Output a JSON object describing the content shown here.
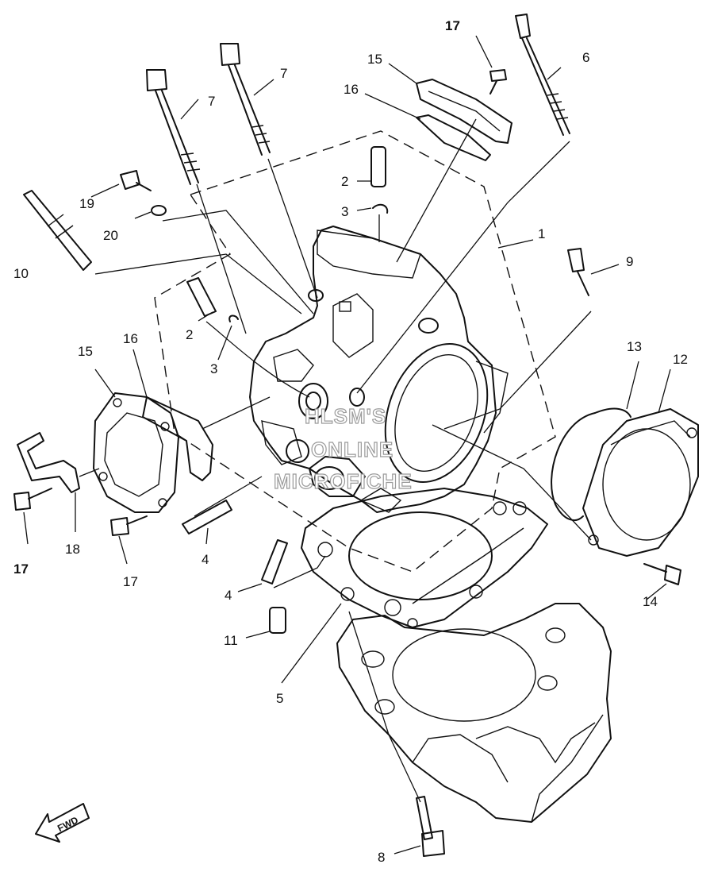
{
  "diagram": {
    "callouts": [
      {
        "id": "c1",
        "text": "1"
      },
      {
        "id": "c2a",
        "text": "2"
      },
      {
        "id": "c2b",
        "text": "2"
      },
      {
        "id": "c3a",
        "text": "3"
      },
      {
        "id": "c3b",
        "text": "3"
      },
      {
        "id": "c4a",
        "text": "4"
      },
      {
        "id": "c4b",
        "text": "4"
      },
      {
        "id": "c5",
        "text": "5"
      },
      {
        "id": "c6",
        "text": "6"
      },
      {
        "id": "c7a",
        "text": "7"
      },
      {
        "id": "c7b",
        "text": "7"
      },
      {
        "id": "c8",
        "text": "8"
      },
      {
        "id": "c9",
        "text": "9"
      },
      {
        "id": "c10",
        "text": "10"
      },
      {
        "id": "c11",
        "text": "11"
      },
      {
        "id": "c12",
        "text": "12"
      },
      {
        "id": "c13",
        "text": "13"
      },
      {
        "id": "c14",
        "text": "14"
      },
      {
        "id": "c15a",
        "text": "15"
      },
      {
        "id": "c15b",
        "text": "15"
      },
      {
        "id": "c16a",
        "text": "16"
      },
      {
        "id": "c16b",
        "text": "16"
      },
      {
        "id": "c17a",
        "text": "17"
      },
      {
        "id": "c17b",
        "text": "17"
      },
      {
        "id": "c17c",
        "text": "17"
      },
      {
        "id": "c18",
        "text": "18"
      },
      {
        "id": "c19",
        "text": "19"
      },
      {
        "id": "c20",
        "text": "20"
      }
    ],
    "direction_marker": "FWD",
    "watermark": [
      "HLSM'S",
      "ONLINE",
      "MICROFICHE"
    ]
  }
}
